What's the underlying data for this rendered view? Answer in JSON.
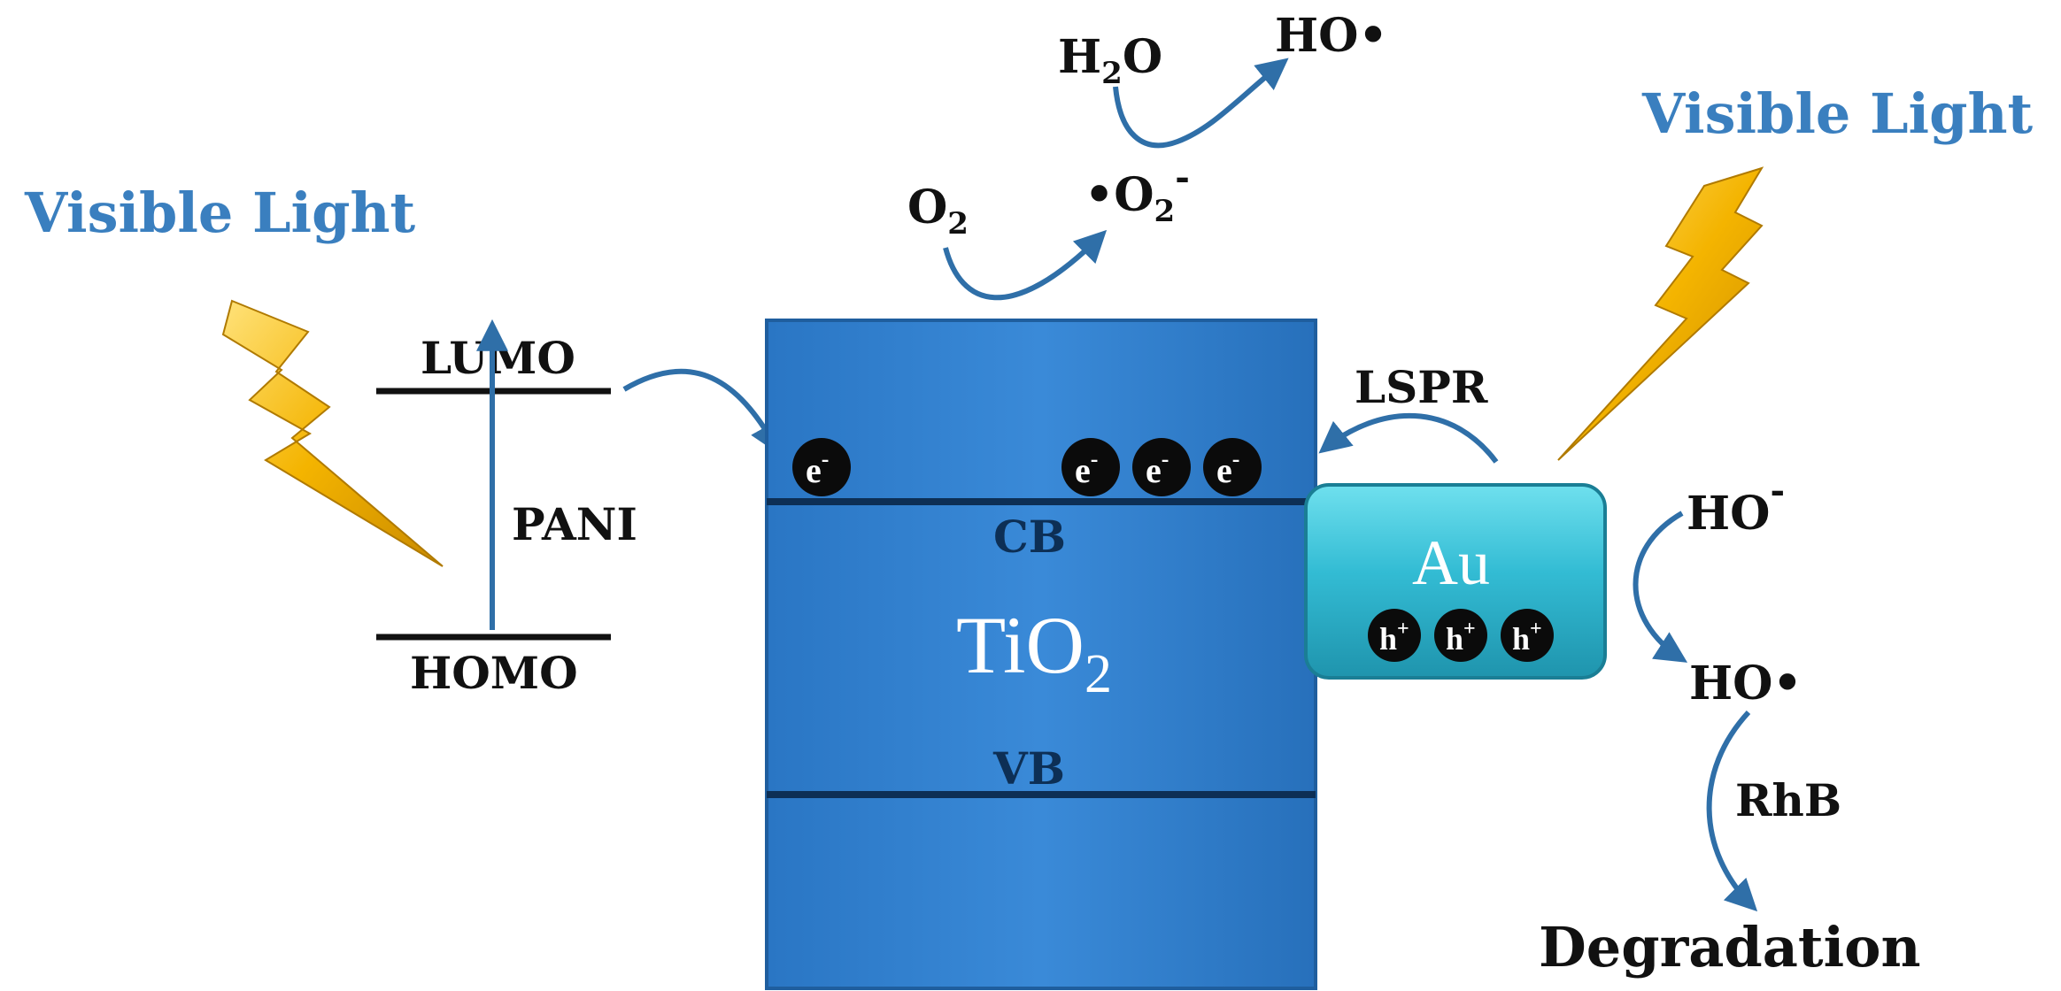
{
  "diagram": {
    "left_light_label": "Visible Light",
    "right_light_label": "Visible Light",
    "pani": {
      "lumo_label": "LUMO",
      "homo_label": "HOMO",
      "name": "PANI"
    },
    "tio2": {
      "label_main": "TiO",
      "label_sub": "2",
      "cb_label": "CB",
      "vb_label": "VB",
      "electron": "e",
      "electron_charge": "-"
    },
    "au": {
      "label": "Au",
      "hole": "h",
      "hole_charge": "+"
    },
    "lspr_label": "LSPR",
    "top_reactions": {
      "o2_main": "O",
      "o2_sub": "2",
      "superoxide_main": "•O",
      "superoxide_sub": "2",
      "superoxide_sup": "-",
      "h2o_h": "H",
      "h2o_sub": "2",
      "h2o_o": "O",
      "hydroxyl_radical": "HO•"
    },
    "right_reactions": {
      "hydroxide_main": "HO",
      "hydroxide_sup": "-",
      "hydroxyl_radical": "HO•",
      "rhb_label": "RhB",
      "degradation_label": "Degradation"
    },
    "colors": {
      "tio2_fill": "#2e7fd0",
      "tio2_dark": "#1f66b0",
      "au_fill": "#3cc0d6",
      "arrow": "#2f6fa8",
      "title": "#3a7fbf",
      "bolt": "#f4b400"
    }
  }
}
